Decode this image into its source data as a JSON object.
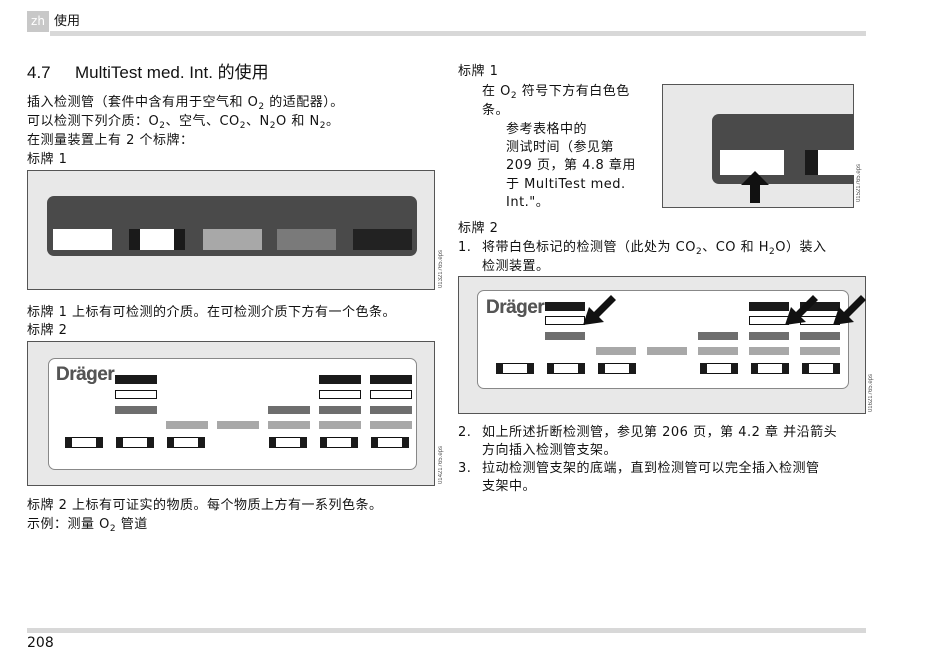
{
  "header": {
    "lang": "zh",
    "title": "使用"
  },
  "footer": {
    "page_number": "208"
  },
  "section": {
    "number": "4.7",
    "title": "MultiTest med. Int. 的使用"
  },
  "left": {
    "p1_a": "插入检测管（套件中含有用于空气和 O",
    "p1_sub": "2",
    "p1_b": " 的适配器）。",
    "p2_a": "可以检测下列介质：O",
    "p2_sub1": "2",
    "p2_b": "、空气、CO",
    "p2_sub2": "2",
    "p2_c": "、N",
    "p2_sub3": "2",
    "p2_d": "O 和 N",
    "p2_sub4": "2",
    "p2_e": "。",
    "p3": "在测量装置上有 2 个标牌：",
    "label1_heading": "标牌 1",
    "ill1_code": "01321765.eps",
    "caption1": "标牌 1 上标有可检测的介质。在可检测介质下方有一个色条。",
    "label2_heading": "标牌 2",
    "ill2_code": "01421765.eps",
    "ill2_brand": "Dräger",
    "caption2": "标牌 2 上标有可证实的物质。每个物质上方有一系列色条。",
    "example_a": "示例：测量 O",
    "example_sub": "2",
    "example_b": " 管道"
  },
  "right": {
    "label1_heading": "标牌 1",
    "r1_a": "在 O",
    "r1_sub": "2",
    "r1_b": " 符号下方有白色色",
    "r1_c": "条。",
    "note_l1": "参考表格中的",
    "note_l2": "测试时间（参见第",
    "note_l3": " 209 页，第  4.8 章用",
    "note_l4": "于 MultiTest med.",
    "note_l5": "Int.\"。",
    "ill3_code": "01521765.eps",
    "label2_heading": "标牌 2",
    "step1_num": "1.",
    "step1_a": "将带白色标记的检测管（此处为 CO",
    "step1_sub1": "2",
    "step1_b": "、CO 和 H",
    "step1_sub2": "2",
    "step1_c": "O）装入",
    "step1_d": "检测装置。",
    "ill4_code": "01621765.eps",
    "ill4_brand": "Dräger",
    "step2_num": "2.",
    "step2_a": "如上所述折断检测管，参见第  206 页，第  4.2 章 并沿箭头",
    "step2_b": "方向插入检测管支架。",
    "step3_num": "3.",
    "step3_a": "拉动检测管支架的底端，直到检测管可以完全插入检测管",
    "step3_b": "支架中。"
  },
  "colors": {
    "panel_dark": "#4a4a4a",
    "bar_black": "#1a1a1a",
    "bar_dark_grey": "#6e6e6e",
    "bar_light_grey": "#a8a8a8",
    "rule": "#d8d8d8"
  }
}
